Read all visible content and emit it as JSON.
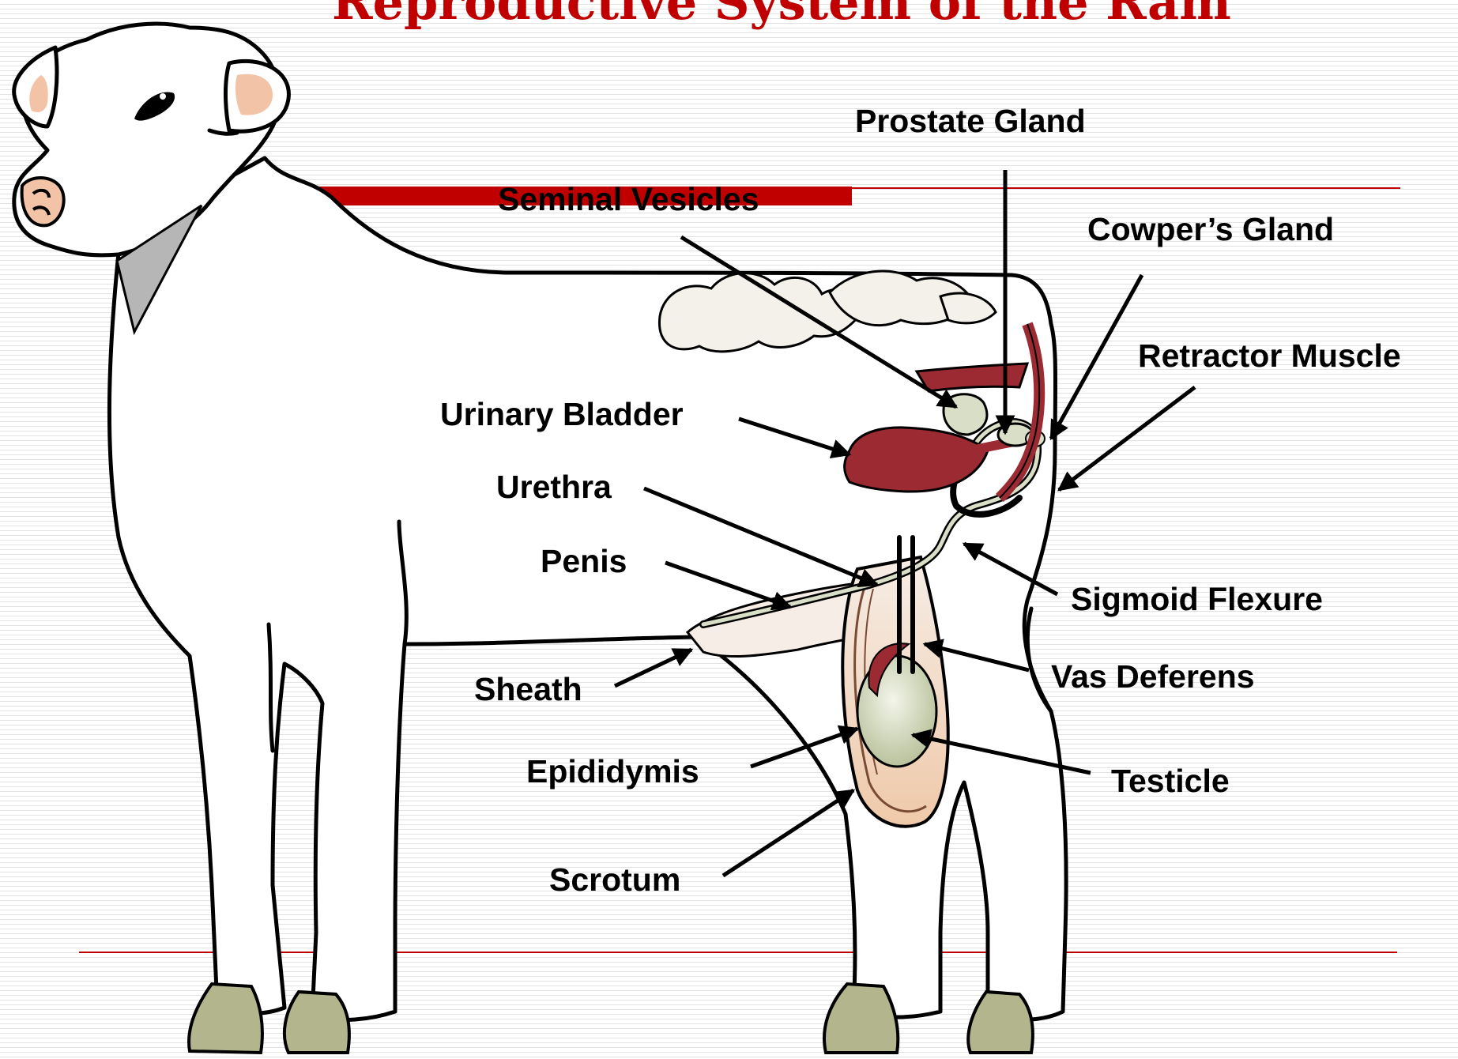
{
  "slide": {
    "title": "Reproductive System of the Ram",
    "colors": {
      "title": "#c00000",
      "rule": "#c00000",
      "organ_red": "#9b2a33",
      "gland_green": "#d9dfc6",
      "hoof": "#b3b58c",
      "ear_pink": "#f2c3a6",
      "fat": "#f3f1ea"
    }
  },
  "labels": {
    "prostate_gland": "Prostate Gland",
    "seminal_vesicles": "Seminal Vesicles",
    "cowpers_gland": "Cowper’s Gland",
    "retractor_muscle": "Retractor Muscle",
    "urinary_bladder": "Urinary Bladder",
    "urethra": "Urethra",
    "penis": "Penis",
    "sigmoid_flexure": "Sigmoid Flexure",
    "sheath": "Sheath",
    "vas_deferens": "Vas Deferens",
    "epididymis": "Epididymis",
    "testicle": "Testicle",
    "scrotum": "Scrotum"
  }
}
